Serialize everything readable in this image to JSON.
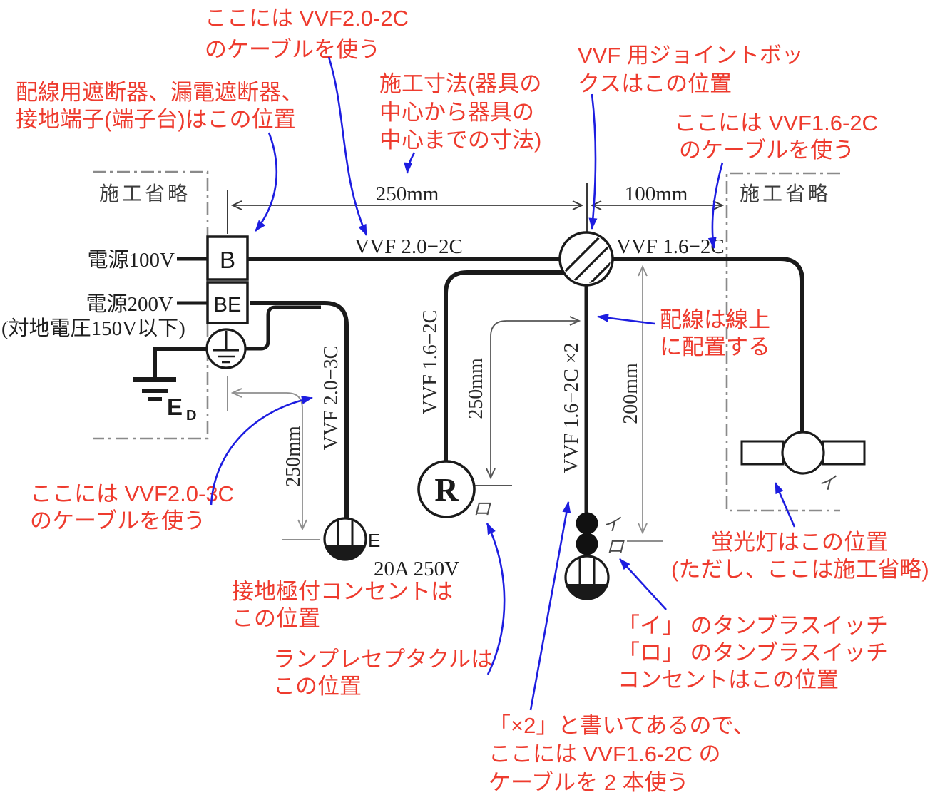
{
  "colors": {
    "annotation_red": "#ee3b2e",
    "arrow_blue": "#1d1de0",
    "wire_black": "#1a1a1a",
    "dimension_dark": "#3a3a3a",
    "dimension_light": "#8f8f8f",
    "boundary_gray": "#8a8a8a"
  },
  "annotations": {
    "breaker_position": {
      "line1": "配線用遮断器、漏電遮断器、",
      "line2": "接地端子(端子台)はこの位置"
    },
    "cable_vvf20_2c": {
      "line1": "ここには VVF2.0-2C",
      "line2": "のケーブルを使う"
    },
    "construction_dimension": {
      "line1": "施工寸法(器具の",
      "line2": "中心から器具の",
      "line3": "中心までの寸法)"
    },
    "joint_box": {
      "line1": "VVF 用ジョイントボッ",
      "line2": "クスはこの位置"
    },
    "cable_vvf16_2c": {
      "line1": "ここには VVF1.6-2C",
      "line2": "のケーブルを使う"
    },
    "wiring_on_line": {
      "line1": "配線は線上",
      "line2": "に配置する"
    },
    "cable_vvf20_3c": {
      "line1": "ここには VVF2.0-3C",
      "line2": "のケーブルを使う"
    },
    "earth_outlet_position": {
      "line1": "接地極付コンセントは",
      "line2": "この位置"
    },
    "lamp_receptacle_position": {
      "line1": "ランプレセプタクルは",
      "line2": "この位置"
    },
    "x2_note": {
      "line1": "「×2」と書いてあるので、",
      "line2": "ここには VVF1.6-2C の",
      "line3": "ケーブルを 2 本使う"
    },
    "switch_outlet_position": {
      "line1": "「イ」 のタンブラスイッチ",
      "line2": "「ロ」 のタンブラスイッチ",
      "line3": "コンセントはこの位置"
    },
    "fluorescent_position": {
      "line1": "蛍光灯はこの位置",
      "line2": "(ただし、ここは施工省略)"
    }
  },
  "diagram": {
    "omission_left": "施工省略",
    "omission_right": "施工省略",
    "source_100v": "電源100V",
    "source_200v": "電源200V",
    "source_note": "(対地電圧150V以下)",
    "breaker_label": "B",
    "elcb_label": "BE",
    "earth_e": "E",
    "earth_sub": "D",
    "cable_top_left": "VVF 2.0−2C",
    "cable_top_right": "VVF 1.6−2C",
    "cable_left_branch": "VVF 2.0−3C",
    "cable_mid_branch": "VVF 1.6−2C",
    "cable_switch_branch": "VVF 1.6−2C ×2",
    "dim_top_left": "250mm",
    "dim_top_right": "100mm",
    "dim_left": "250mm",
    "dim_mid": "250mm",
    "dim_right": "200mm",
    "receptacle_label": "R",
    "outlet_earth_mark": "E",
    "outlet_rating": "20A 250V",
    "switch_i": "イ",
    "switch_ro": "ロ",
    "receptacle_ro": "ロ",
    "fluorescent_i": "イ"
  }
}
